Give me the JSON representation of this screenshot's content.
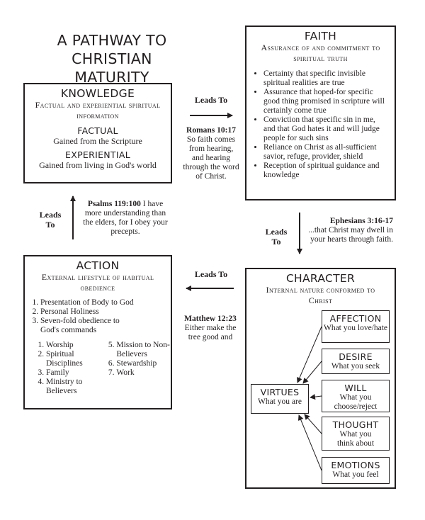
{
  "title": "A PATHWAY TO CHRISTIAN MATURITY",
  "knowledge": {
    "heading": "KNOWLEDGE",
    "subtitle": "Factual and experiential spiritual information",
    "factual_heading": "FACTUAL",
    "factual_text": "Gained from the Scripture",
    "experiential_heading": "EXPERIENTIAL",
    "experiential_text": "Gained from living in God's world"
  },
  "faith": {
    "heading": "FAITH",
    "subtitle": "Assurance of and commitment to spiritual truth",
    "bullets": [
      "Certainty that specific invisible spiritual realities are true",
      "Assurance that hoped-for specific good thing promised in scripture will certainly come true",
      "Conviction that specific sin in me, and that God hates it and will judge people for such sins",
      "Reliance on Christ as all-sufficient savior, refuge, provider, shield",
      "Reception of spiritual guidance and knowledge"
    ]
  },
  "action": {
    "heading": "ACTION",
    "subtitle": "External lifestyle of habitual obedience",
    "list": [
      "Presentation of Body to God",
      "Personal Holiness",
      "Seven-fold obedience to God's commands"
    ],
    "sublist_left": [
      "Worship",
      "Spiritual Disciplines",
      "Family",
      "Ministry to Believers"
    ],
    "sublist_right": [
      "Mission to Non-Believers",
      "Stewardship",
      "Work"
    ]
  },
  "character": {
    "heading": "CHARACTER",
    "subtitle": "Internal nature conformed to Christ",
    "virtues": {
      "heading": "VIRTUES",
      "text": "What you are"
    },
    "components": [
      {
        "heading": "AFFECTION",
        "text": "What you love/hate"
      },
      {
        "heading": "DESIRE",
        "text": "What you seek"
      },
      {
        "heading": "WILL",
        "text": "What you choose/reject"
      },
      {
        "heading": "THOUGHT",
        "text": "What you think about"
      },
      {
        "heading": "EMOTIONS",
        "text": "What you feel"
      }
    ]
  },
  "connectors": {
    "top": {
      "label": "Leads To",
      "ref": "Romans 10:17",
      "verse": "So faith comes from hearing, and hearing through the word of Christ."
    },
    "right": {
      "label": "Leads To",
      "ref": "Ephesians 3:16-17",
      "verse": "...that Christ may dwell in your hearts through faith."
    },
    "bottom": {
      "label": "Leads To",
      "ref": "Matthew 12:23",
      "verse": "Either make the tree good and"
    },
    "left": {
      "label": "Leads To",
      "ref": "Psalms 119:100",
      "verse": "I have more understanding than the elders, for I obey your precepts."
    }
  },
  "colors": {
    "ink": "#231f20",
    "background": "#ffffff"
  }
}
